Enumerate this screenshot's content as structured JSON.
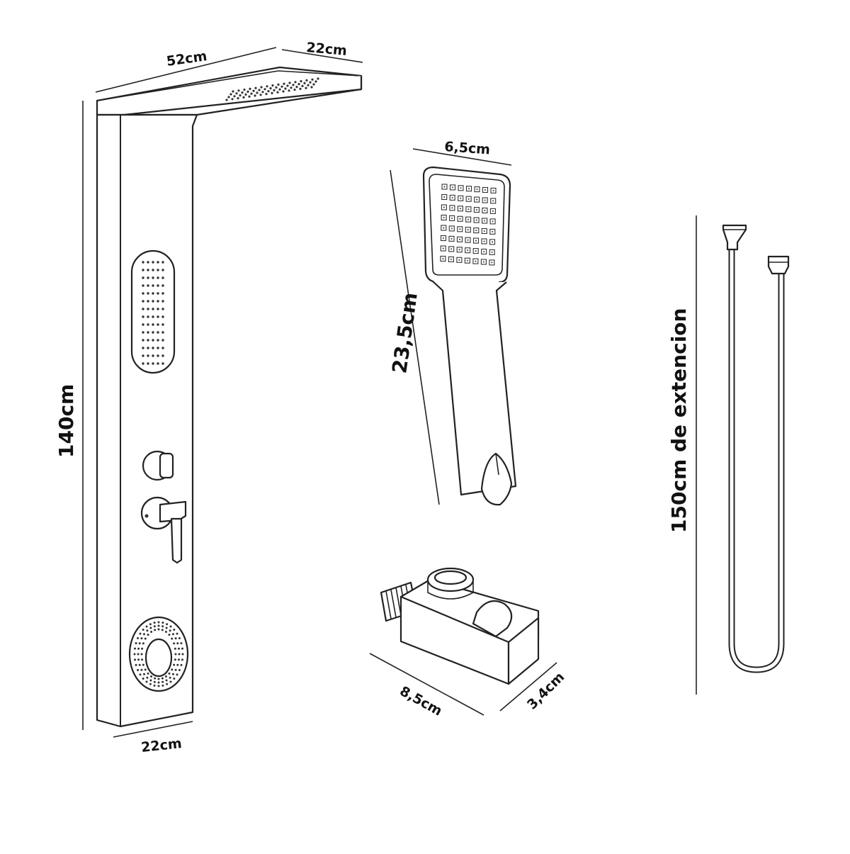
{
  "colors": {
    "line": "#222222",
    "background": "#ffffff"
  },
  "panel": {
    "top_width": "52cm",
    "top_depth": "22cm",
    "height": "140cm",
    "bottom_width": "22cm"
  },
  "hand_shower": {
    "width": "6,5cm",
    "length": "23,5cm"
  },
  "bracket": {
    "length": "8,5cm",
    "width": "3,4cm"
  },
  "hose": {
    "length": "150cm de extencion"
  }
}
